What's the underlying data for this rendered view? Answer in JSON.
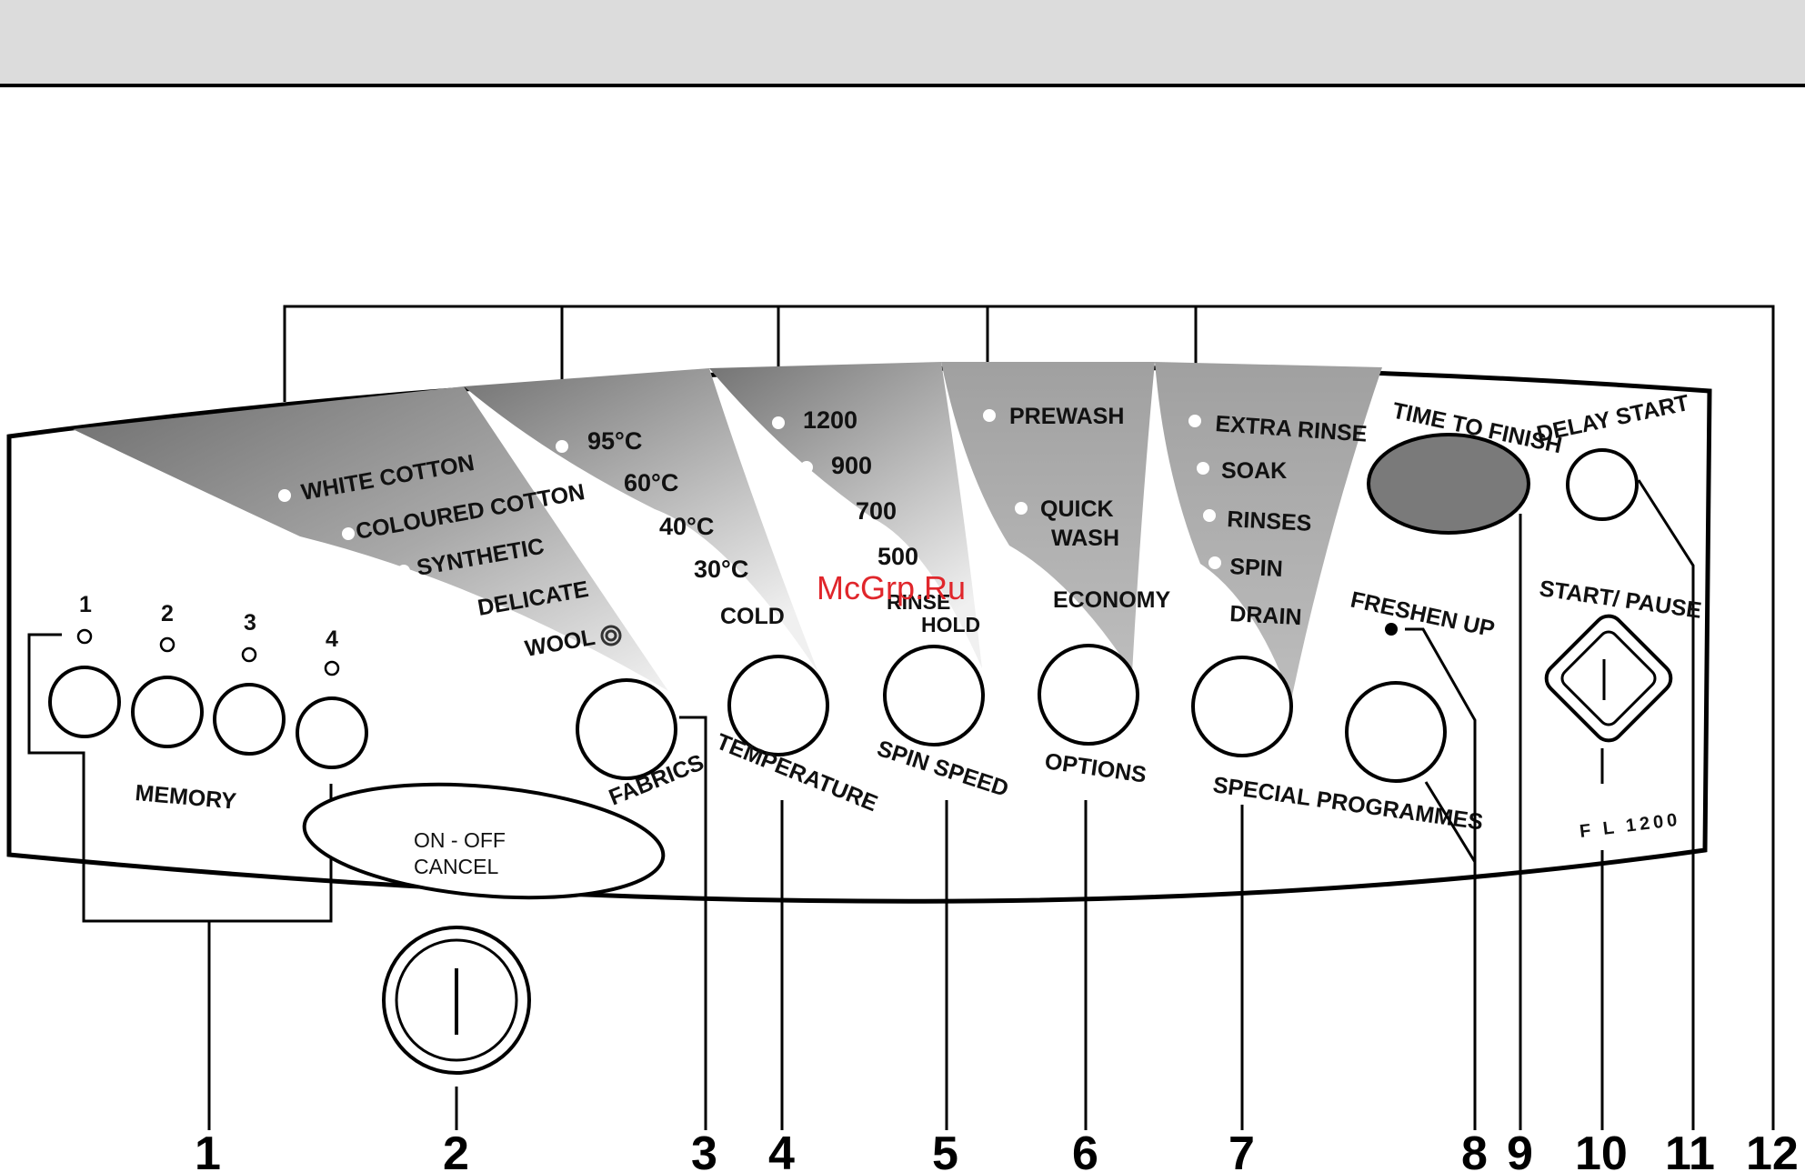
{
  "watermark": "McGrp.Ru",
  "memory": {
    "label": "MEMORY",
    "slots": [
      "1",
      "2",
      "3",
      "4"
    ]
  },
  "on_off": {
    "line1": "ON - OFF",
    "line2": "CANCEL"
  },
  "fabrics": {
    "knob_label": "FABRICS",
    "options": [
      "WHITE COTTON",
      "COLOURED COTTON",
      "SYNTHETIC",
      "DELICATE",
      "WOOL"
    ]
  },
  "temperature": {
    "knob_label": "TEMPERATURE",
    "options": [
      "95°C",
      "60°C",
      "40°C",
      "30°C",
      "COLD"
    ]
  },
  "spin_speed": {
    "knob_label": "SPIN SPEED",
    "options": [
      "1200",
      "900",
      "700",
      "500"
    ],
    "rinse_hold_1": "RINSE",
    "rinse_hold_2": "HOLD"
  },
  "options": {
    "knob_label": "OPTIONS",
    "prewash": "PREWASH",
    "quick_1": "QUICK",
    "quick_2": "WASH",
    "economy": "ECONOMY"
  },
  "special": {
    "knob_label": "SPECIAL PROGRAMMES",
    "options": [
      "EXTRA RINSE",
      "SOAK",
      "RINSES",
      "SPIN",
      "DRAIN"
    ]
  },
  "freshen_up": "FRESHEN UP",
  "time_to_finish": "TIME TO FINISH",
  "delay_start": "DELAY START",
  "start_pause": "START/ PAUSE",
  "model": "F  L 1200",
  "callouts": [
    "1",
    "2",
    "3",
    "4",
    "5",
    "6",
    "7",
    "8",
    "9",
    "10",
    "11",
    "12"
  ],
  "colors": {
    "panel_shade": "#a8a8a8",
    "display": "#7a7a7a",
    "header": "#dcdcdc"
  }
}
